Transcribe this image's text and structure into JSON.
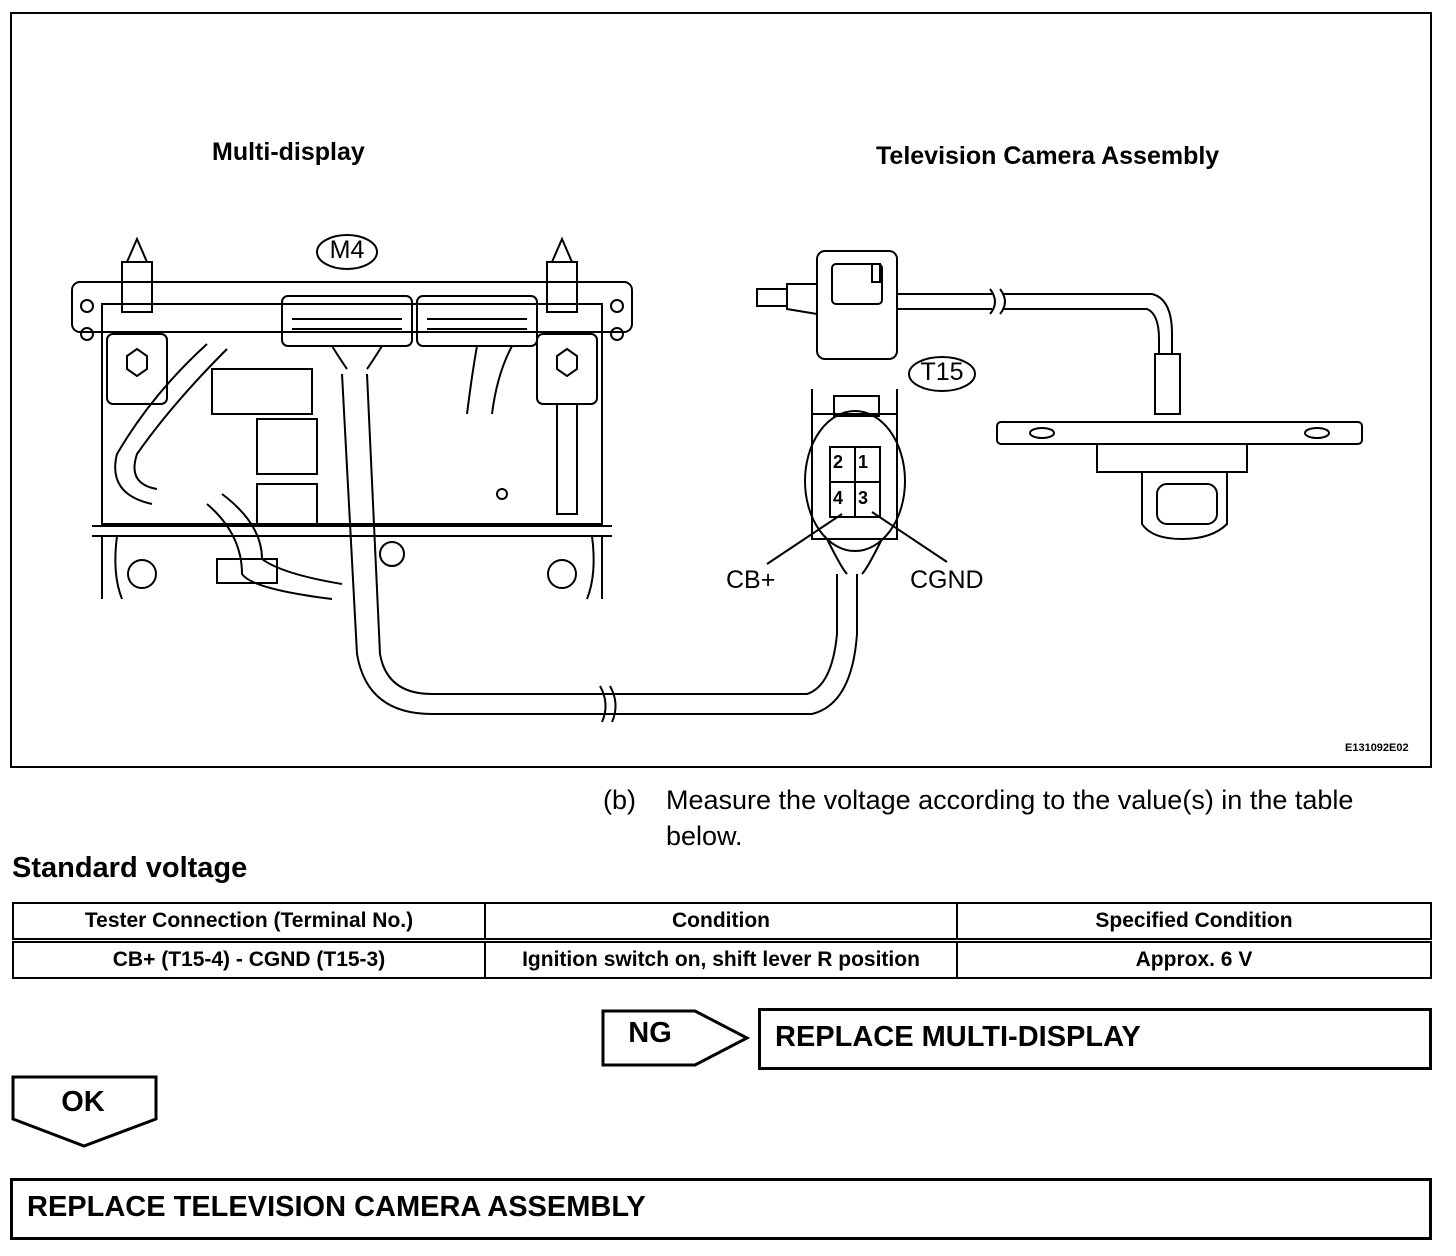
{
  "figure": {
    "label_multi_display": "Multi-display",
    "label_camera": "Television Camera Assembly",
    "connector_m4": "M4",
    "connector_t15": "T15",
    "pins": [
      "2",
      "1",
      "4",
      "3"
    ],
    "terminal_cb": "CB+",
    "terminal_cgnd": "CGND",
    "figure_id": "E131092E02"
  },
  "instruction": {
    "marker": "(b)",
    "text": "Measure the voltage according to the value(s) in the table below."
  },
  "section_title": "Standard voltage",
  "table": {
    "headers": [
      "Tester Connection (Terminal No.)",
      "Condition",
      "Specified Condition"
    ],
    "rows": [
      [
        "CB+ (T15-4) - CGND (T15-3)",
        "Ignition switch on, shift lever R position",
        "Approx. 6 V"
      ]
    ]
  },
  "flow": {
    "ng_label": "NG",
    "ng_action": "REPLACE MULTI-DISPLAY",
    "ok_label": "OK",
    "ok_action": "REPLACE TELEVISION CAMERA ASSEMBLY"
  }
}
